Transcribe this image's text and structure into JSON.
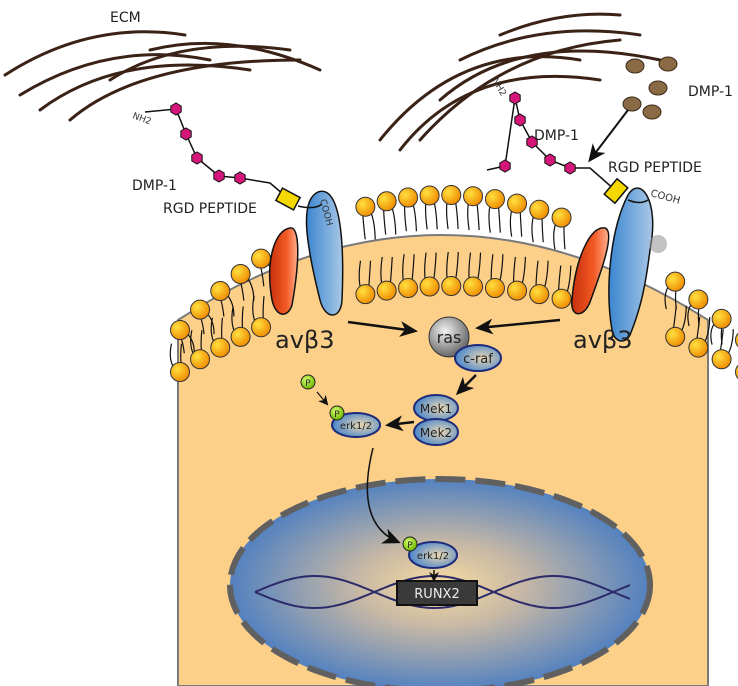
{
  "labels": {
    "ecm": "ECM",
    "dmp1_left": "DMP-1",
    "dmp1_right": "DMP-1",
    "dmp1_free": "DMP-1",
    "rgd_left": "RGD PEPTIDE",
    "rgd_right": "RGD PEPTIDE",
    "integrin_left": "avβ3",
    "integrin_right": "avβ3",
    "nh2": "NH2",
    "cooh": "COOH",
    "ras": "ras",
    "craf": "c-raf",
    "mek1": "Mek1",
    "mek2": "Mek2",
    "erk": "erk1/2",
    "erk_nucleus": "erk1/2",
    "p": "P",
    "runx2": "RUNX2"
  },
  "colors": {
    "cytoplasm": "#fdd08a",
    "lipid_head": "#f59a10",
    "integrin_alpha": "#e8451c",
    "integrin_beta": "#4f8fd0",
    "rgd": "#f5d800",
    "dmp1_residue": "#d4157a",
    "phosphate": "#8fd400",
    "ecm_fiber": "#3a2216",
    "nucleus": "#3f78c4"
  }
}
